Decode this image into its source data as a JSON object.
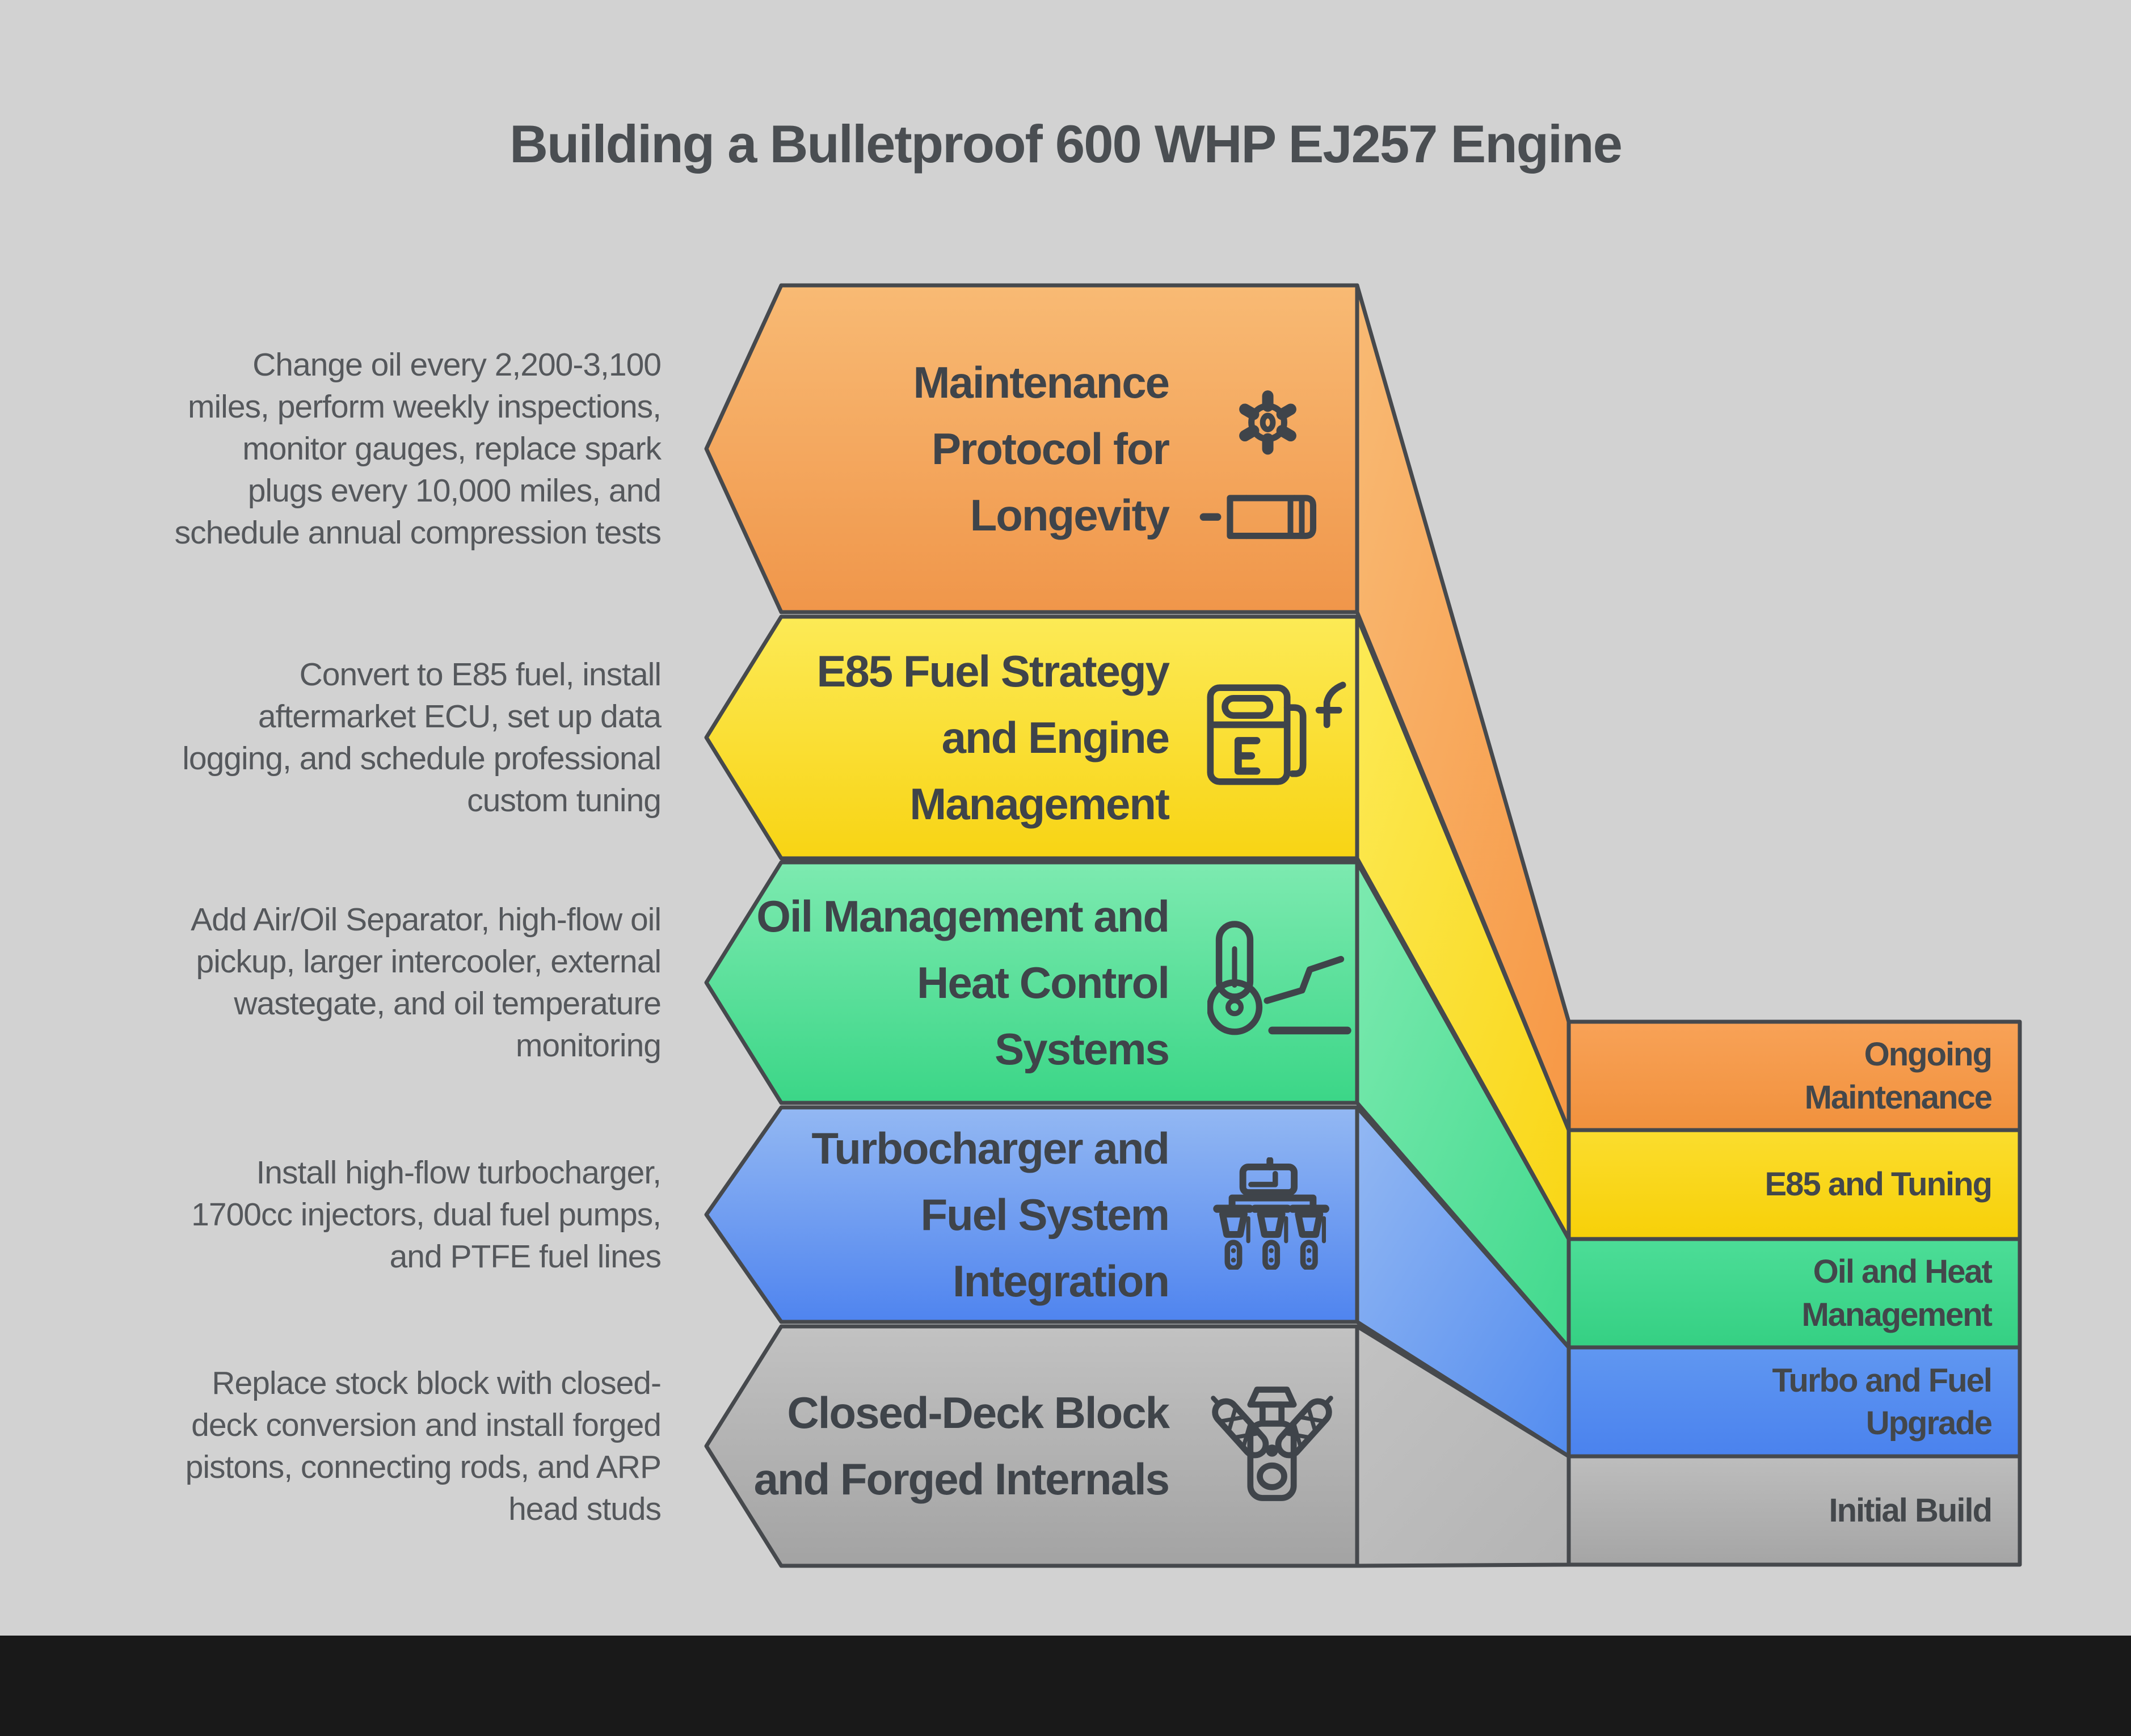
{
  "title": "Building a Bulletproof 600 WHP EJ257 Engine",
  "steps": [
    {
      "label": "Maintenance Protocol for Longevity",
      "tag": "Ongoing Maintenance",
      "description": "Change oil every 2,200-3,100 miles, perform weekly inspections, monitor gauges, replace spark plugs every 10,000 miles, and schedule annual compression tests",
      "icon": "gear-oil-filter-icon",
      "band_top_color": "#f8ba74",
      "band_bottom_color": "#f0964a",
      "tag_color": "#f79845"
    },
    {
      "label": "E85 Fuel Strategy and Engine Management",
      "tag": "E85 and Tuning",
      "description": "Convert to E85 fuel, install aftermarket ECU, set up data logging, and schedule professional custom tuning",
      "icon": "fuel-pump-icon",
      "band_top_color": "#fcea56",
      "band_bottom_color": "#f8d414",
      "tag_color": "#f9d616"
    },
    {
      "label": "Oil Management and Heat Control Systems",
      "tag": "Oil and Heat Management",
      "description": "Add Air/Oil Separator, high-flow oil pickup, larger intercooler, external wastegate, and oil temperature monitoring",
      "icon": "thermometer-icon",
      "band_top_color": "#7deab0",
      "band_bottom_color": "#3bd687",
      "tag_color": "#41d98d"
    },
    {
      "label": "Turbocharger and Fuel System Integration",
      "tag": "Turbo and Fuel Upgrade",
      "description": "Install high-flow turbocharger, 1700cc injectors, dual fuel pumps, and PTFE fuel lines",
      "icon": "fuel-injectors-icon",
      "band_top_color": "#93b8f3",
      "band_bottom_color": "#4f84ef",
      "tag_color": "#538cef"
    },
    {
      "label": "Closed-Deck Block and Forged Internals",
      "tag": "Initial Build",
      "description": "Replace stock block with closed-deck conversion and install forged pistons, connecting rods, and ARP head studs",
      "icon": "v-engine-icon",
      "band_top_color": "#c2c2c2",
      "band_bottom_color": "#a3a3a3",
      "tag_color": "#b4b4b4"
    }
  ],
  "colors": {
    "background": "#d2d2d2",
    "outline": "#46494d",
    "title_text": "#4a4e52",
    "band_label_text": "#3f444a",
    "description_text": "#55585c",
    "tag_label_text": "#43474b",
    "footer_bar": "#191919"
  }
}
